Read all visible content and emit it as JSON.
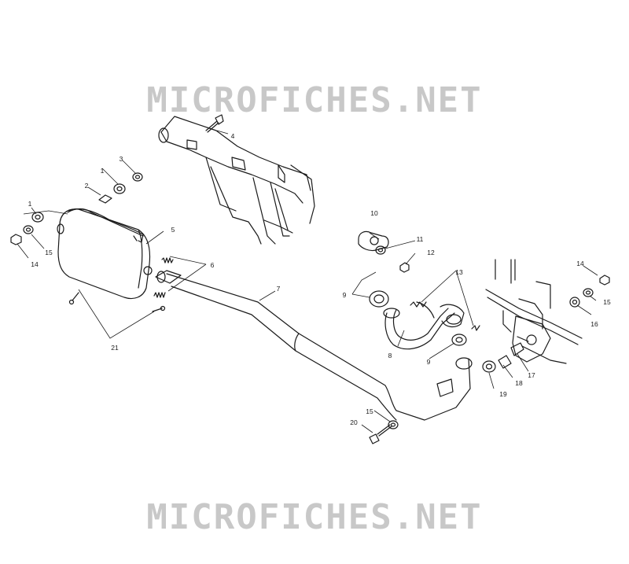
{
  "watermark": {
    "text": "MICROFICHES.NET",
    "color": "#c8c8c8"
  },
  "colors": {
    "ink": "#1a1a1a"
  },
  "callouts": {
    "c1a": "1",
    "c1b": "1",
    "c2": "2",
    "c3": "3",
    "c4": "4",
    "c5": "5",
    "c6": "6",
    "c7": "7",
    "c8": "8",
    "c9a": "9",
    "c9b": "9",
    "c10": "10",
    "c11": "11",
    "c12": "12",
    "c13": "13",
    "c14a": "14",
    "c14b": "14",
    "c15a": "15",
    "c15b": "15",
    "c15c": "15",
    "c16": "16",
    "c17": "17",
    "c18": "18",
    "c19": "19",
    "c20": "20",
    "c21": "21"
  }
}
